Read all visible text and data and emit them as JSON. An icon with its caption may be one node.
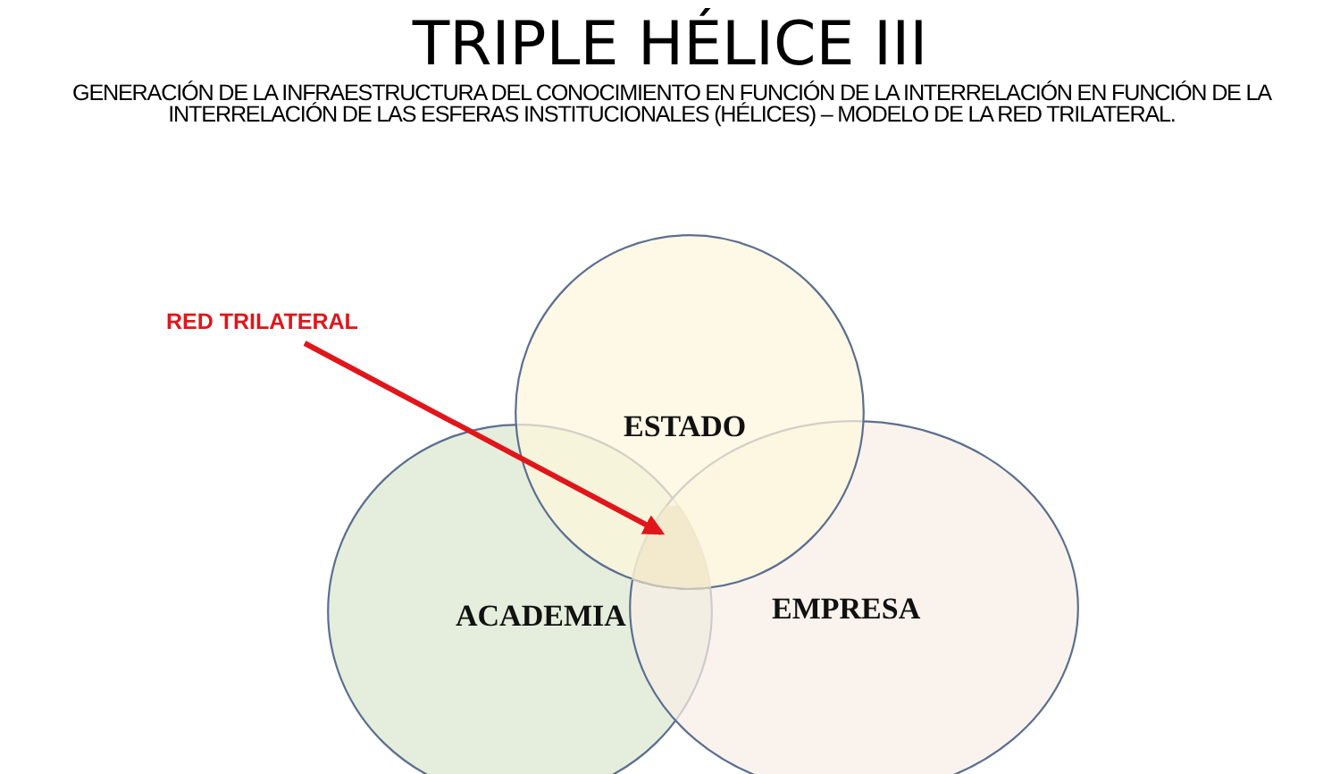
{
  "diagram": {
    "title": "TRIPLE HÉLICE III",
    "caption": "GENERACIÓN DE LA INFRAESTRUCTURA DEL CONOCIMIENTO EN FUNCIÓN DE LA INTERRELACIÓN EN FUNCIÓN DE LA INTERRELACIÓN DE LAS ESFERAS INSTITUCIONALES (HÉLICES) – MODELO DE LA RED TRILATERAL.",
    "nodes": [
      {
        "text": [
          "RED TRILATERAL"
        ]
      },
      {
        "text": [
          "ESTADO"
        ]
      },
      {
        "text": [
          "ACADEMIA"
        ]
      },
      {
        "text": [
          "EMPRESA"
        ]
      },
      {
        "text": [],
        "shape": "region"
      }
    ],
    "edges": [
      {
        "from": 0,
        "to": 4,
        "arrow": "to",
        "color": "#e0161b"
      }
    ]
  }
}
